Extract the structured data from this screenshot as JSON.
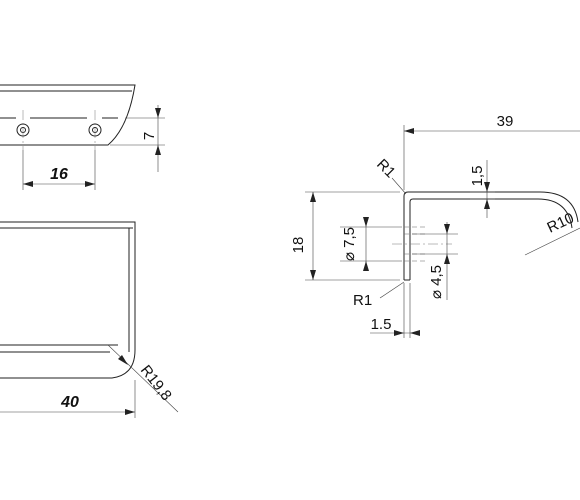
{
  "dimensions": {
    "top_view_hole_spacing": "16",
    "top_view_offset": "7",
    "front_width": "40",
    "front_corner_radius": "R19,8",
    "side_total_length": "39",
    "side_height": "18",
    "side_thickness_top": "1,5",
    "side_thickness_bottom": "1.5",
    "side_outer_bend_radius": "R10",
    "side_inner_radius_top": "R1",
    "side_inner_radius_bottom": "R1",
    "hole_large_diameter": "⌀ 7,5",
    "hole_small_diameter": "⌀ 4,5"
  }
}
